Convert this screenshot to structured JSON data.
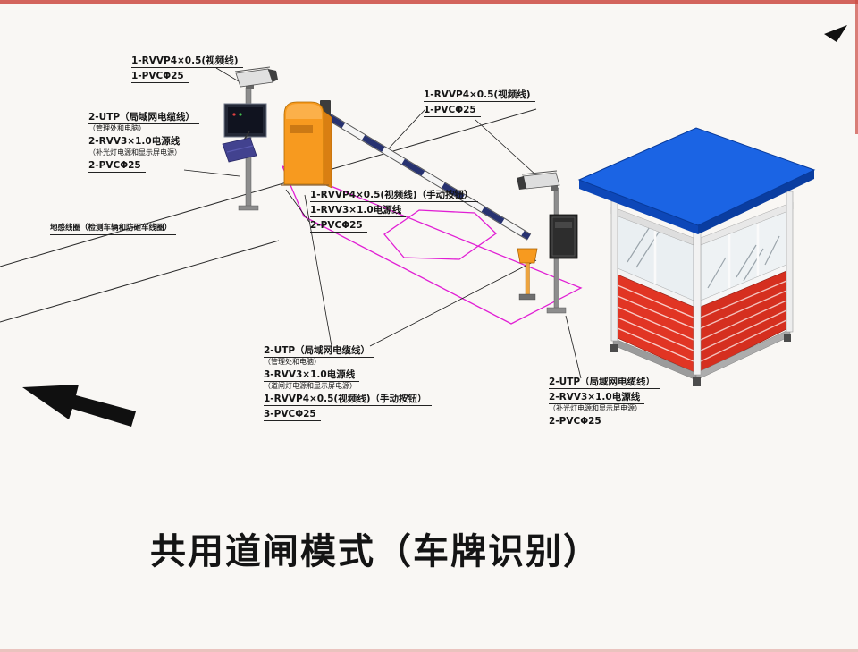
{
  "title": "共用道闸模式（车牌识别）",
  "colors": {
    "roof_blue": "#1b64e4",
    "roof_blue_front": "#0d47b8",
    "roof_blue_side": "#0a3da0",
    "wall_red": "#e13524",
    "wall_red_shade": "#d52f1f",
    "machine_orange": "#f79a1f",
    "machine_orange_side": "#d97f12",
    "arm_navy": "#273270",
    "magenta": "#e11fd4",
    "arrow_black": "#101010",
    "edge_red": "#cc4a41"
  },
  "labels": {
    "camera1_cables": {
      "lines": [
        "1-RVVP4×0.5(视频线)",
        "1-PVCΦ25"
      ]
    },
    "pole1_cables": {
      "lines": [
        "2-UTP（局域网电缆线）",
        "（管理处和电脑）",
        "2-RVV3×1.0电源线",
        "（补光灯电源和显示屏电源）",
        "2-PVCΦ25"
      ]
    },
    "ground_loop": {
      "text": "地感线圈（检测车辆和防砸车线圈）"
    },
    "barrier_cables": {
      "lines": [
        "1-RVVP4×0.5(视频线)（手动按钮）",
        "1-RVV3×1.0电源线",
        "2-PVCΦ25"
      ]
    },
    "camera2_cables": {
      "lines": [
        "1-RVVP4×0.5(视频线)",
        "1-PVCΦ25"
      ]
    },
    "booth_to_barrier_cables": {
      "lines": [
        "2-UTP（局域网电缆线）",
        "（管理处和电脑）",
        "3-RVV3×1.0电源线",
        "（道闸灯电源和显示屏电源）",
        "1-RVVP4×0.5(视频线)（手动按钮）",
        "3-PVCΦ25"
      ]
    },
    "pole2_cables": {
      "lines": [
        "2-UTP（局域网电缆线）",
        "2-RVV3×1.0电源线",
        "（补光灯电源和显示屏电源）",
        "2-PVCΦ25"
      ]
    }
  }
}
